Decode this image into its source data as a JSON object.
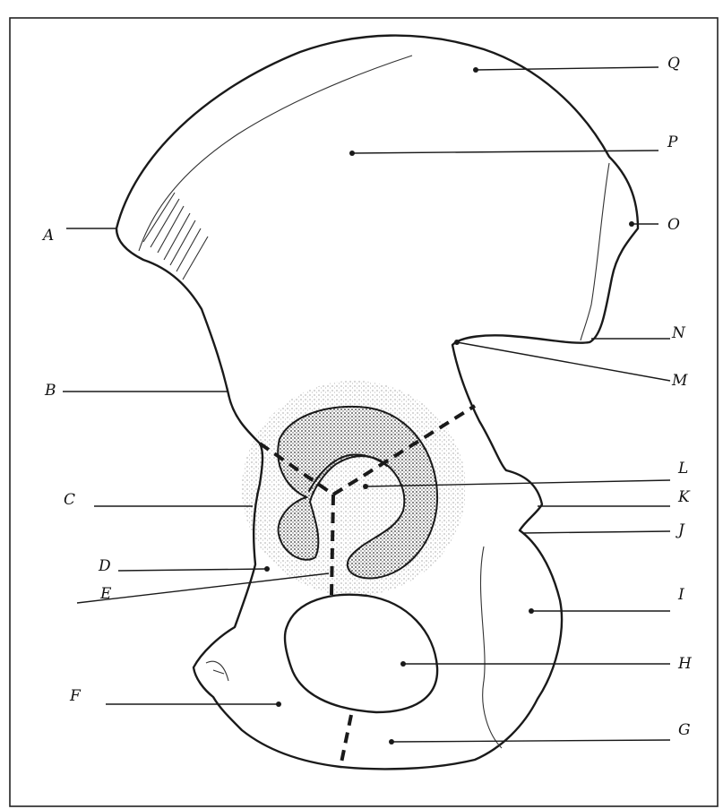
{
  "labels": {
    "A": "A",
    "B": "B",
    "C": "C",
    "D": "D",
    "E": "E",
    "F": "F",
    "G": "G",
    "H": "H",
    "I": "I",
    "J": "J",
    "K": "K",
    "L": "L",
    "M": "M",
    "N": "N",
    "O": "O",
    "P": "P",
    "Q": "Q"
  },
  "colors": {
    "ink": "#1a1a1a",
    "paper": "#ffffff",
    "stipple": "#444444"
  }
}
